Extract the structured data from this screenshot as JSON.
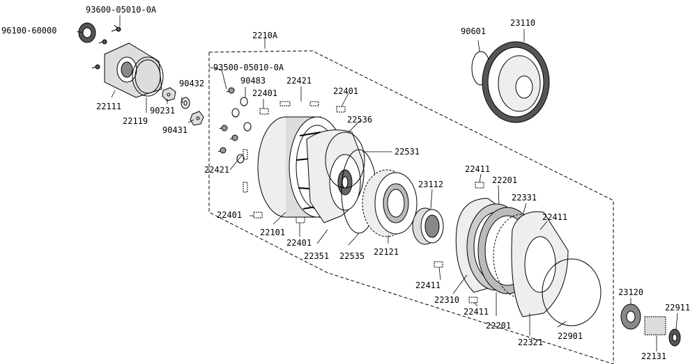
{
  "diagram": {
    "colors": {
      "line": "#000000",
      "background": "#ffffff",
      "fill_light": "#e6e6e6",
      "fill_mid": "#bdbdbd",
      "fill_dark": "#555555"
    },
    "labels": {
      "l93600": "93600-05010-0A",
      "l96100": "96100-60000",
      "l22111": "22111",
      "l22119": "22119",
      "l90432": "90432",
      "l90231": "90231",
      "l90431": "90431",
      "l2210A": "2210A",
      "l93500": "93500-05010-0A",
      "l90483": "90483",
      "l22401a": "22401",
      "l22421a": "22421",
      "l22401b": "22401",
      "l22536": "22536",
      "l22531": "22531",
      "l22421b": "22421",
      "l22401c": "22401",
      "l22101": "22101",
      "l22401d": "22401",
      "l22351": "22351",
      "l22535": "22535",
      "l22121": "22121",
      "l23112": "23112",
      "l22411a": "22411",
      "l22201a": "22201",
      "l22331": "22331",
      "l22411b": "22411",
      "l22411c": "22411",
      "l22310": "22310",
      "l22411d": "22411",
      "l22201b": "22201",
      "l22321": "22321",
      "l22901": "22901",
      "l90601": "90601",
      "l23110": "23110",
      "l23120": "23120",
      "l22911": "22911",
      "l22131": "22131"
    }
  }
}
